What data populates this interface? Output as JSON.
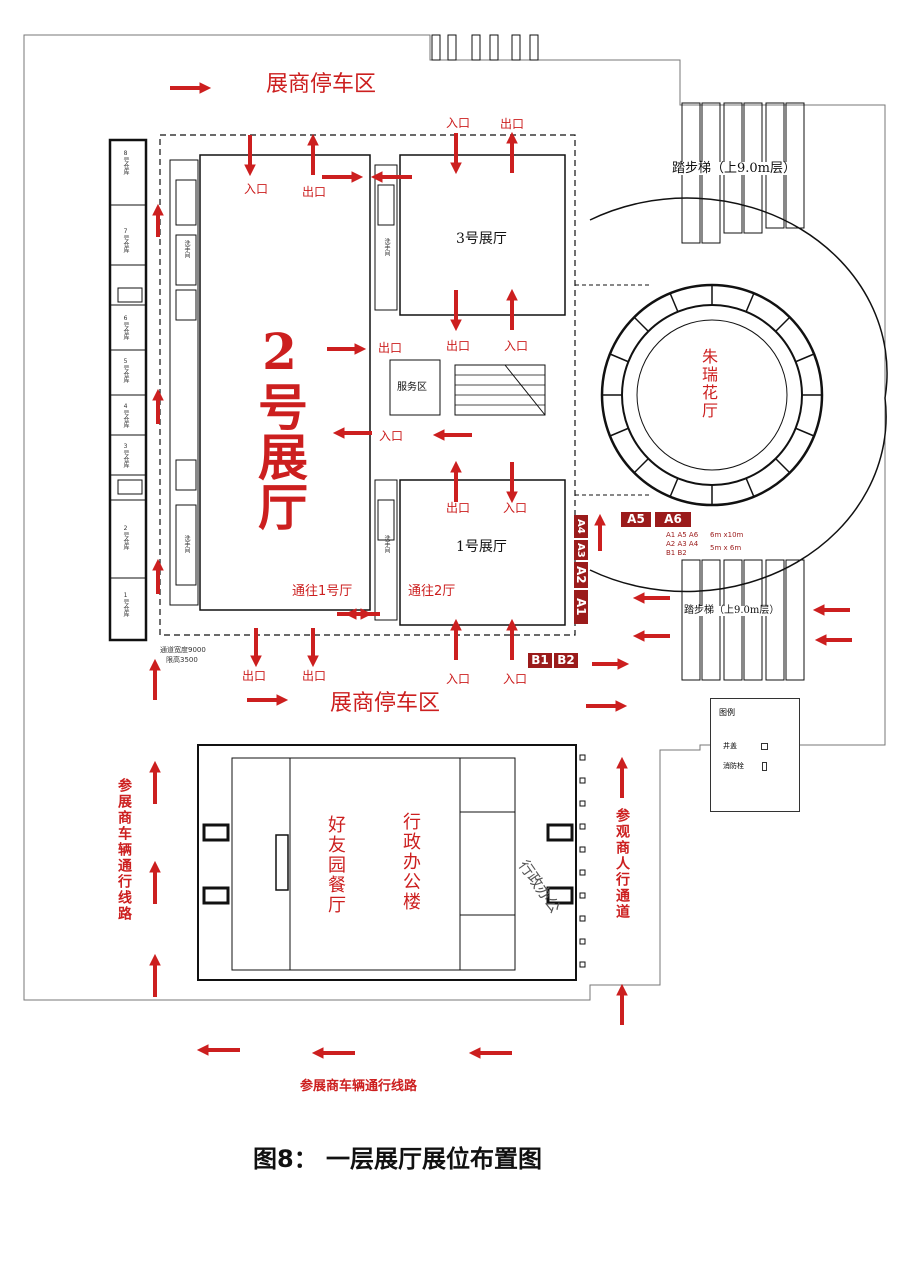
{
  "caption": "图8：   一层展厅展位布置图",
  "labels": {
    "parking_top": "展商停车区",
    "parking_bottom": "展商停车区",
    "hall2": "2号展厅",
    "hall3": "3号展厅",
    "hall1": "1号展厅",
    "zhuruihua_hall": "朱瑞花厅",
    "service_area": "服务区",
    "stairs_top": "踏步梯（上9.0m层）",
    "stairs_bottom": "踏步梯（上9.0m层）",
    "to_hall1": "通往1号厅",
    "to_hall2": "通往2厅",
    "restaurant": "好友园餐厅",
    "admin_building": "行政办公楼",
    "admin_office": "行政办公",
    "visitor_path": "参观商人行通道",
    "exhibitor_vehicle_left": "参展商车辆通行线路",
    "exhibitor_vehicle_bottom": "参展商车辆通行线路",
    "channel_note": "通道宽度9000",
    "height_note": "限高3500",
    "entrance": "入口",
    "exit": "出口"
  },
  "warehouses": [
    "8号仓库",
    "7号仓库",
    "6号仓库",
    "5号仓库",
    "4号仓库",
    "3号仓库",
    "2号仓库",
    "1号仓库"
  ],
  "toilet": "洗手间",
  "booths": [
    "A1",
    "A2",
    "A3",
    "A4",
    "A5",
    "A6",
    "B1",
    "B2"
  ],
  "booth_notes": [
    "A1 A5 A6",
    "6m x10m",
    "A2 A3 A4",
    "B1 B2",
    "5m x 6m"
  ],
  "legend": {
    "title": "图例",
    "items": [
      "井盖",
      "消防栓"
    ]
  },
  "colors": {
    "accent": "#cc1f1f",
    "booth": "#9b1b1b",
    "line": "#222222"
  }
}
